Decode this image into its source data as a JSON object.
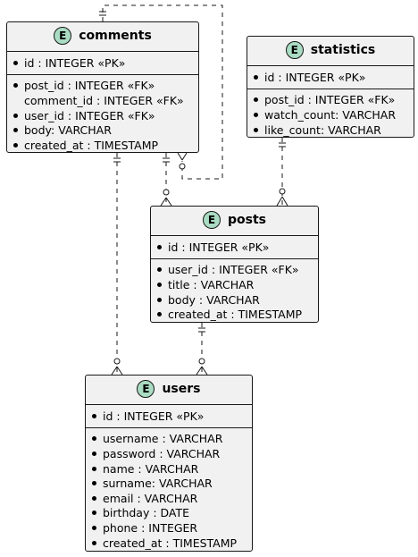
{
  "entities": {
    "comments": {
      "icon": "E",
      "name": "comments",
      "keys": [
        "id : INTEGER «PK»"
      ],
      "attributes": [
        {
          "text": "post_id : INTEGER «FK»",
          "bullet": true
        },
        {
          "text": "comment_id : INTEGER «FK»",
          "bullet": false
        },
        {
          "text": "user_id : INTEGER «FK»",
          "bullet": true
        },
        {
          "text": "body: VARCHAR",
          "bullet": true
        },
        {
          "text": "created_at : TIMESTAMP",
          "bullet": true
        }
      ]
    },
    "statistics": {
      "icon": "E",
      "name": "statistics",
      "keys": [
        "id : INTEGER «PK»"
      ],
      "attributes": [
        {
          "text": "post_id : INTEGER «FK»",
          "bullet": true
        },
        {
          "text": "watch_count: VARCHAR",
          "bullet": true
        },
        {
          "text": "like_count: VARCHAR",
          "bullet": true
        }
      ]
    },
    "posts": {
      "icon": "E",
      "name": "posts",
      "keys": [
        "id : INTEGER «PK»"
      ],
      "attributes": [
        {
          "text": "user_id : INTEGER «FK»",
          "bullet": true
        },
        {
          "text": "title : VARCHAR",
          "bullet": true
        },
        {
          "text": "body : VARCHAR",
          "bullet": true
        },
        {
          "text": "created_at : TIMESTAMP",
          "bullet": true
        }
      ]
    },
    "users": {
      "icon": "E",
      "name": "users",
      "keys": [
        "id : INTEGER «PK»"
      ],
      "attributes": [
        {
          "text": "username : VARCHAR",
          "bullet": true
        },
        {
          "text": "password : VARCHAR",
          "bullet": true
        },
        {
          "text": "name : VARCHAR",
          "bullet": true
        },
        {
          "text": "surname: VARCHAR",
          "bullet": true
        },
        {
          "text": "email : VARCHAR",
          "bullet": true
        },
        {
          "text": "birthday : DATE",
          "bullet": true
        },
        {
          "text": "phone : INTEGER",
          "bullet": true
        },
        {
          "text": "created_at : TIMESTAMP",
          "bullet": true
        }
      ]
    }
  },
  "relationships": [
    {
      "from": "comments",
      "to": "comments",
      "from_end": "exactly-one",
      "to_end": "zero-or-many"
    },
    {
      "from": "comments",
      "to": "users",
      "from_end": "exactly-one",
      "to_end": "zero-or-many"
    },
    {
      "from": "comments",
      "to": "posts",
      "from_end": "exactly-one",
      "to_end": "zero-or-many"
    },
    {
      "from": "statistics",
      "to": "posts",
      "from_end": "exactly-one",
      "to_end": "zero-or-many"
    },
    {
      "from": "posts",
      "to": "users",
      "from_end": "exactly-one",
      "to_end": "zero-or-many"
    }
  ],
  "colors": {
    "entity_fill": "#f1f1f1",
    "border": "#181818",
    "badge_fill": "#a9dcc3"
  }
}
